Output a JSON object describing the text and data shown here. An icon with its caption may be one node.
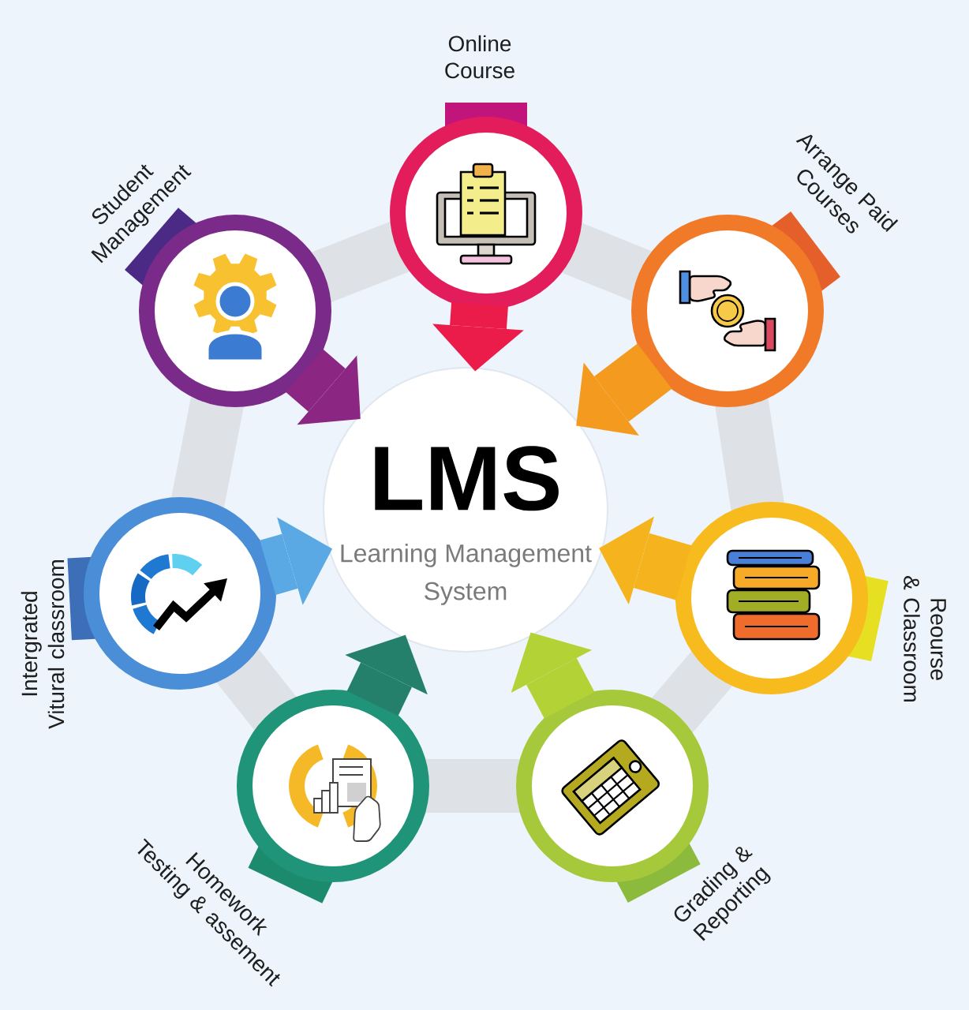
{
  "diagram": {
    "nodes": [
      {
        "text": [
          "Online Course"
        ]
      },
      {
        "text": [
          "Arrange Paid Courses"
        ]
      },
      {
        "text": [
          "Reourse & Classroom"
        ]
      },
      {
        "text": [
          "Grading & Reporting"
        ]
      },
      {
        "text": [
          "Homework Testing & assement"
        ]
      },
      {
        "text": [
          "Intergrated Vitural classroom"
        ]
      },
      {
        "text": [
          "Student Management"
        ]
      },
      {
        "text": [
          "LMS",
          "Learning Management System"
        ]
      }
    ],
    "edges": [
      {
        "from": 0,
        "to": 7,
        "arrow": "to",
        "color": "#ec1c4a"
      },
      {
        "from": 1,
        "to": 7,
        "arrow": "to",
        "color": "#f39a1f"
      },
      {
        "from": 2,
        "to": 7,
        "arrow": "to",
        "color": "#f5b41e"
      },
      {
        "from": 3,
        "to": 7,
        "arrow": "to",
        "color": "#b3d236"
      },
      {
        "from": 4,
        "to": 7,
        "arrow": "to",
        "color": "#24806b"
      },
      {
        "from": 5,
        "to": 7,
        "arrow": "to",
        "color": "#5aa8e4"
      },
      {
        "from": 6,
        "to": 7,
        "arrow": "to",
        "color": "#8b2783"
      }
    ]
  }
}
